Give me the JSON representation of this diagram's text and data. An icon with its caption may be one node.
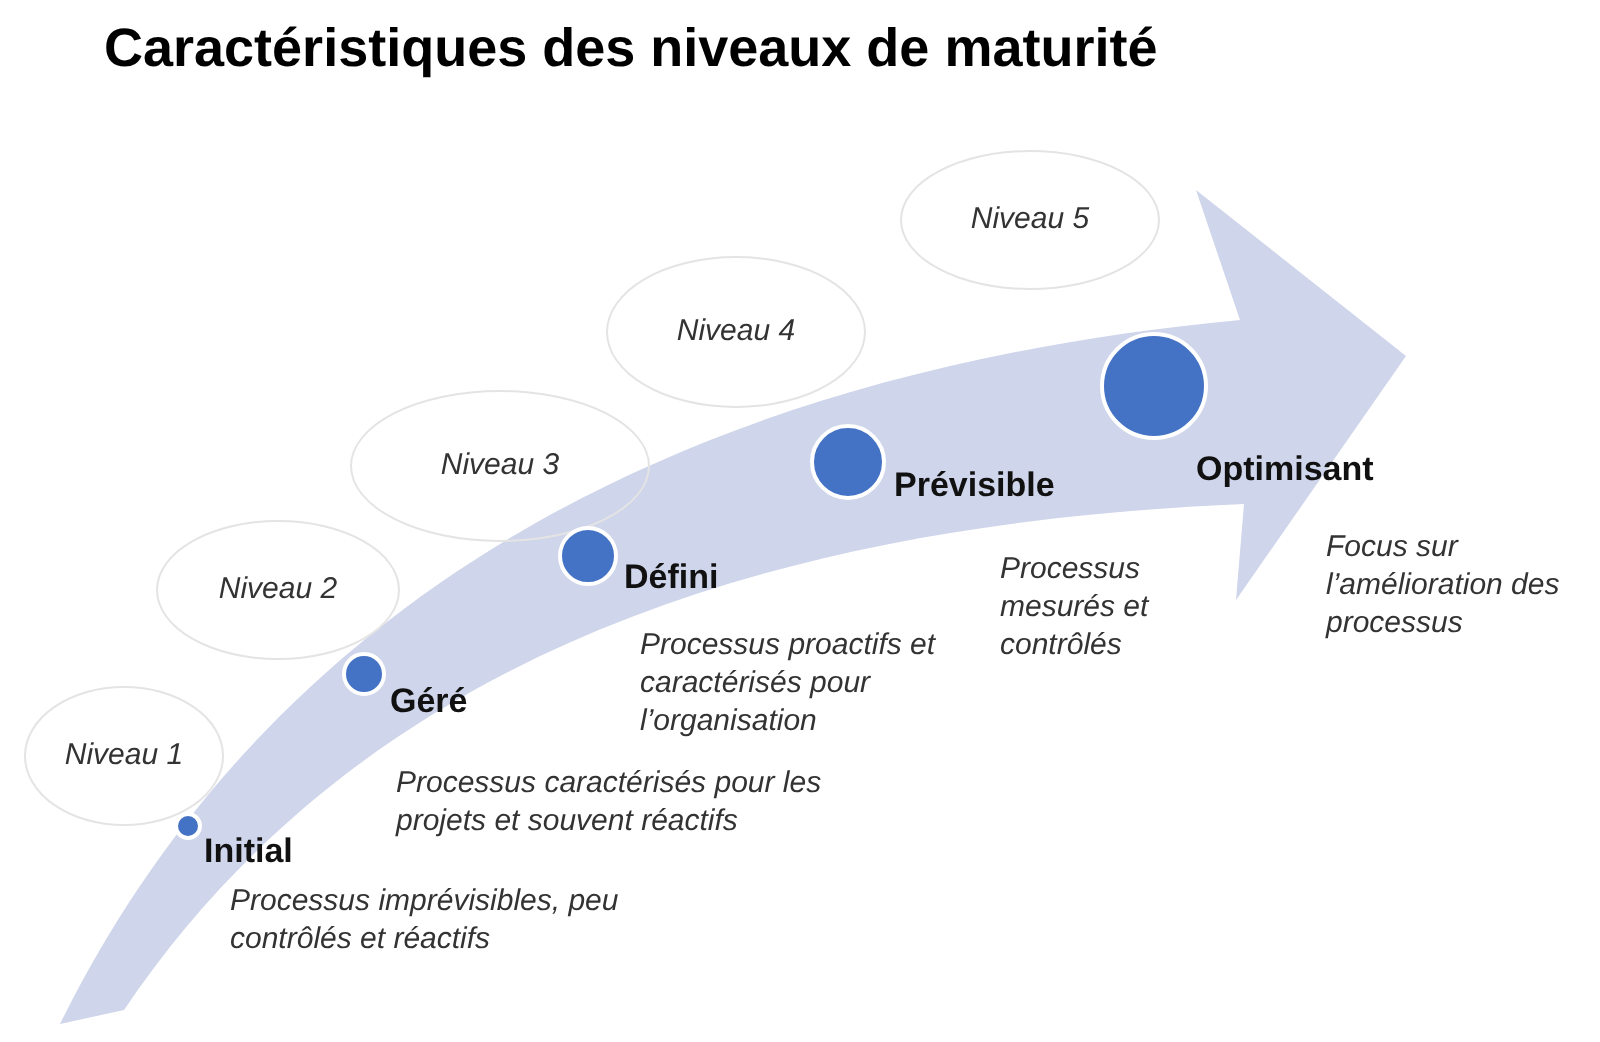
{
  "diagram": {
    "title": "Caractéristiques des niveaux de maturité",
    "nodes": [
      {
        "text": [
          "Niveau 1"
        ]
      },
      {
        "text": [
          "Niveau 2"
        ]
      },
      {
        "text": [
          "Niveau 3"
        ]
      },
      {
        "text": [
          "Niveau 4"
        ]
      },
      {
        "text": [
          "Niveau 5"
        ]
      },
      {
        "text": [
          "Initial"
        ],
        "beside": [
          "Processus imprévisibles, peu contrôlés et réactifs"
        ]
      },
      {
        "text": [
          "Géré"
        ],
        "beside": [
          "Processus caractérisés pour les projets et souvent réactifs"
        ]
      },
      {
        "text": [
          "Défini"
        ],
        "beside": [
          "Processus proactifs et caractérisés pour l’organisation"
        ]
      },
      {
        "text": [
          "Prévisible"
        ],
        "beside": [
          "Processus mesurés et contrôlés"
        ]
      },
      {
        "text": [
          "Optimisant"
        ],
        "beside": [
          "Focus sur l’amélioration des processus"
        ]
      }
    ]
  }
}
